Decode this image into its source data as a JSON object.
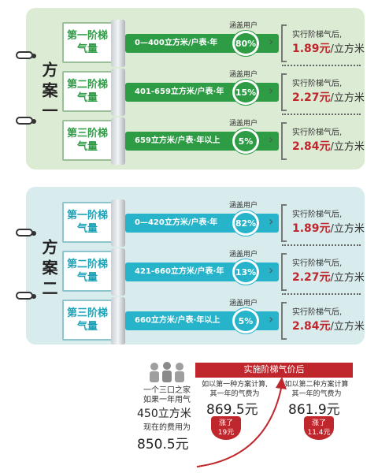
{
  "plans": [
    {
      "title": "方案一",
      "theme": "green",
      "tiers": [
        {
          "name": "第一阶梯气量",
          "range": "0—400立方米/户表·年",
          "coverage_label": "涵盖用户",
          "coverage": "80%",
          "after": "实行阶梯气后,",
          "price": "1.89元",
          "unit": "/立方米"
        },
        {
          "name": "第二阶梯气量",
          "range": "401-659立方米/户表·年",
          "coverage_label": "涵盖用户",
          "coverage": "15%",
          "after": "实行阶梯气后,",
          "price": "2.27元",
          "unit": "/立方米"
        },
        {
          "name": "第三阶梯气量",
          "range": "659立方米/户表·年以上",
          "coverage_label": "涵盖用户",
          "coverage": "5%",
          "after": "实行阶梯气后,",
          "price": "2.84元",
          "unit": "/立方米"
        }
      ]
    },
    {
      "title": "方案二",
      "theme": "blue",
      "tiers": [
        {
          "name": "第一阶梯气量",
          "range": "0—420立方米/户表·年",
          "coverage_label": "涵盖用户",
          "coverage": "82%",
          "after": "实行阶梯气后,",
          "price": "1.89元",
          "unit": "/立方米"
        },
        {
          "name": "第二阶梯气量",
          "range": "421-660立方米/户表·年",
          "coverage_label": "涵盖用户",
          "coverage": "13%",
          "after": "实行阶梯气后,",
          "price": "2.27元",
          "unit": "/立方米"
        },
        {
          "name": "第三阶梯气量",
          "range": "660立方米/户表·年以上",
          "coverage_label": "涵盖用户",
          "coverage": "5%",
          "after": "实行阶梯气后,",
          "price": "2.84元",
          "unit": "/立方米"
        }
      ]
    }
  ],
  "bottom": {
    "banner": "实施阶梯气价后",
    "family_text1": "一个三口之家",
    "family_text2": "如果一年用气",
    "usage": "450立方米",
    "current_label": "现在的费用为",
    "current_cost": "850.5元",
    "plan1_text1": "如以第一种方案计算,",
    "plan1_text2": "其一年的气费为",
    "plan1_cost": "869.5元",
    "plan1_rise_label": "涨了",
    "plan1_rise": "19元",
    "plan2_text1": "如以第二种方案计算",
    "plan2_text2": "其一年的气费为",
    "plan2_cost": "861.9元",
    "plan2_rise_label": "涨了",
    "plan2_rise": "11.4元"
  },
  "colors": {
    "green": "#2e9b45",
    "blue": "#27b3c9",
    "red": "#c0272d"
  }
}
